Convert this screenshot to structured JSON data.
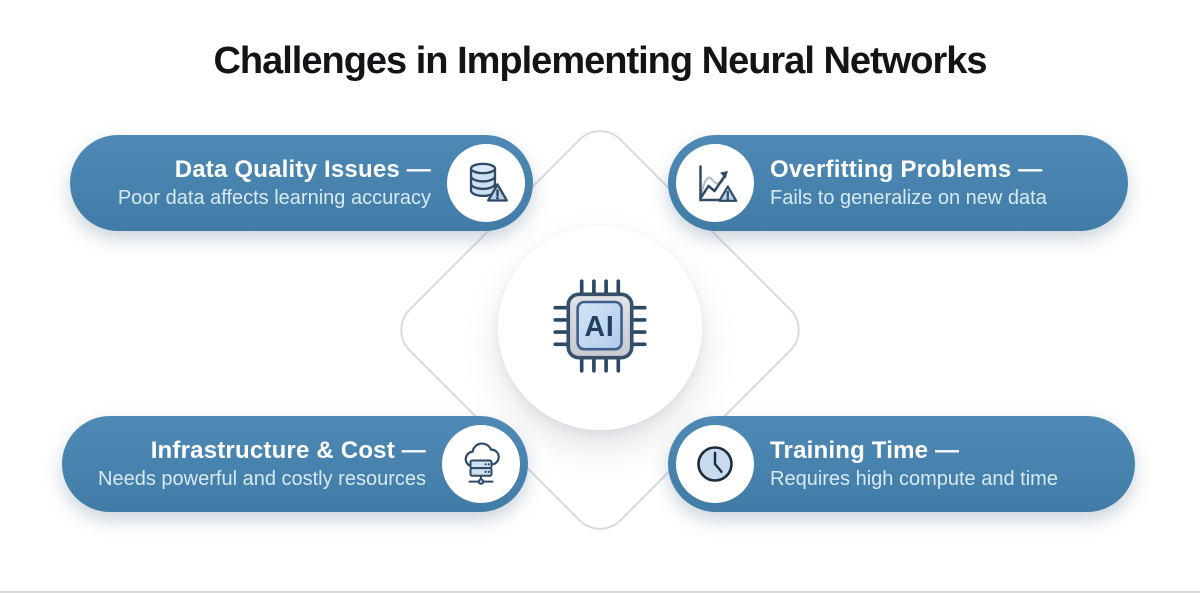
{
  "title": "Challenges in Implementing Neural Networks",
  "center": {
    "icon": "ai-chip-icon",
    "chip_label": "AI"
  },
  "cards": [
    {
      "id": "data-quality",
      "position": "top-left",
      "title": "Data Quality Issues —",
      "subtitle": "Poor data affects learning accuracy",
      "icon": "database-warning-icon"
    },
    {
      "id": "overfitting",
      "position": "top-right",
      "title": "Overfitting Problems —",
      "subtitle": "Fails to generalize on new data",
      "icon": "chart-warning-icon"
    },
    {
      "id": "infrastructure-cost",
      "position": "bottom-left",
      "title": "Infrastructure & Cost —",
      "subtitle": "Needs powerful and costly resources",
      "icon": "cloud-server-icon"
    },
    {
      "id": "training-time",
      "position": "bottom-right",
      "title": "Training Time —",
      "subtitle": "Requires high compute and time",
      "icon": "clock-icon"
    }
  ],
  "colors": {
    "pill_blue": "#4682AE",
    "icon_stroke": "#2E4A66",
    "icon_fill_light_blue": "#CFE0F1",
    "warning_fill": "#B9D0E9",
    "diamond_line": "#D8DBDE",
    "title_color": "#121418",
    "card_subtitle_color": "#D8E9F6",
    "chip_body_gray": "#D9DBDF",
    "chip_inner_blue": "#C2D9F0"
  }
}
